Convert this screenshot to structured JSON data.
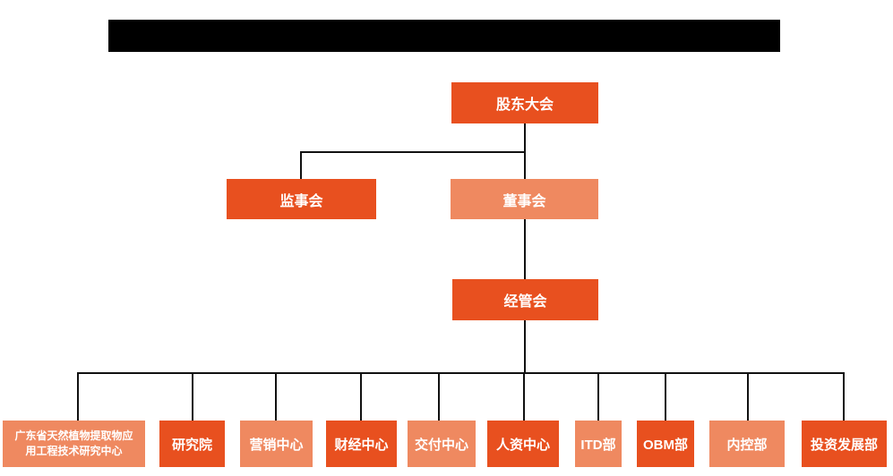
{
  "colors": {
    "primary_orange": "#E8501F",
    "secondary_salmon": "#EF8960",
    "connector_line": "#111111",
    "node_text": "#FFFFFF",
    "background": "#FFFFFF",
    "redaction_black": "#000000"
  },
  "header": {
    "redacted_title_text": ""
  },
  "org_chart": {
    "type": "organization-chart",
    "root": {
      "label": "股东大会"
    },
    "level2": [
      {
        "label": "监事会",
        "reports_to": "股东大会"
      },
      {
        "label": "董事会",
        "reports_to": "股东大会"
      }
    ],
    "level3": {
      "label": "经管会",
      "reports_to": "董事会"
    },
    "departments": [
      {
        "label": "广东省天然植物提取物应\n用工程技术研究中心",
        "reports_to": "经管会"
      },
      {
        "label": "研究院",
        "reports_to": "经管会"
      },
      {
        "label": "营销中心",
        "reports_to": "经管会"
      },
      {
        "label": "财经中心",
        "reports_to": "经管会"
      },
      {
        "label": "交付中心",
        "reports_to": "经管会"
      },
      {
        "label": "人资中心",
        "reports_to": "经管会"
      },
      {
        "label": "ITD部",
        "reports_to": "经管会"
      },
      {
        "label": "OBM部",
        "reports_to": "经管会"
      },
      {
        "label": "内控部",
        "reports_to": "经管会"
      },
      {
        "label": "投资发展部",
        "reports_to": "经管会"
      }
    ]
  }
}
